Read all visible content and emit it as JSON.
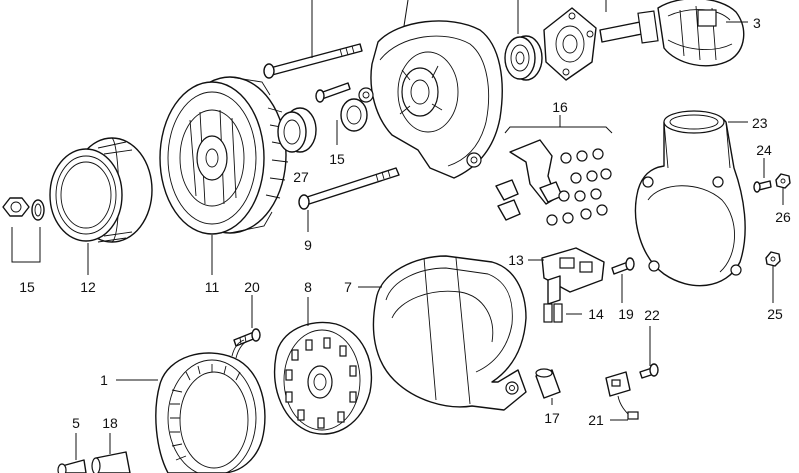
{
  "diagram": {
    "labels": {
      "l1": "1",
      "l3": "3",
      "l5": "5",
      "l7": "7",
      "l8": "8",
      "l9": "9",
      "l11": "11",
      "l12": "12",
      "l13": "13",
      "l14": "14",
      "l15a": "15",
      "l15b": "15",
      "l16": "16",
      "l17": "17",
      "l18": "18",
      "l19": "19",
      "l20": "20",
      "l21": "21",
      "l22": "22",
      "l23": "23",
      "l24": "24",
      "l25": "25",
      "l26": "26",
      "l27": "27"
    }
  }
}
